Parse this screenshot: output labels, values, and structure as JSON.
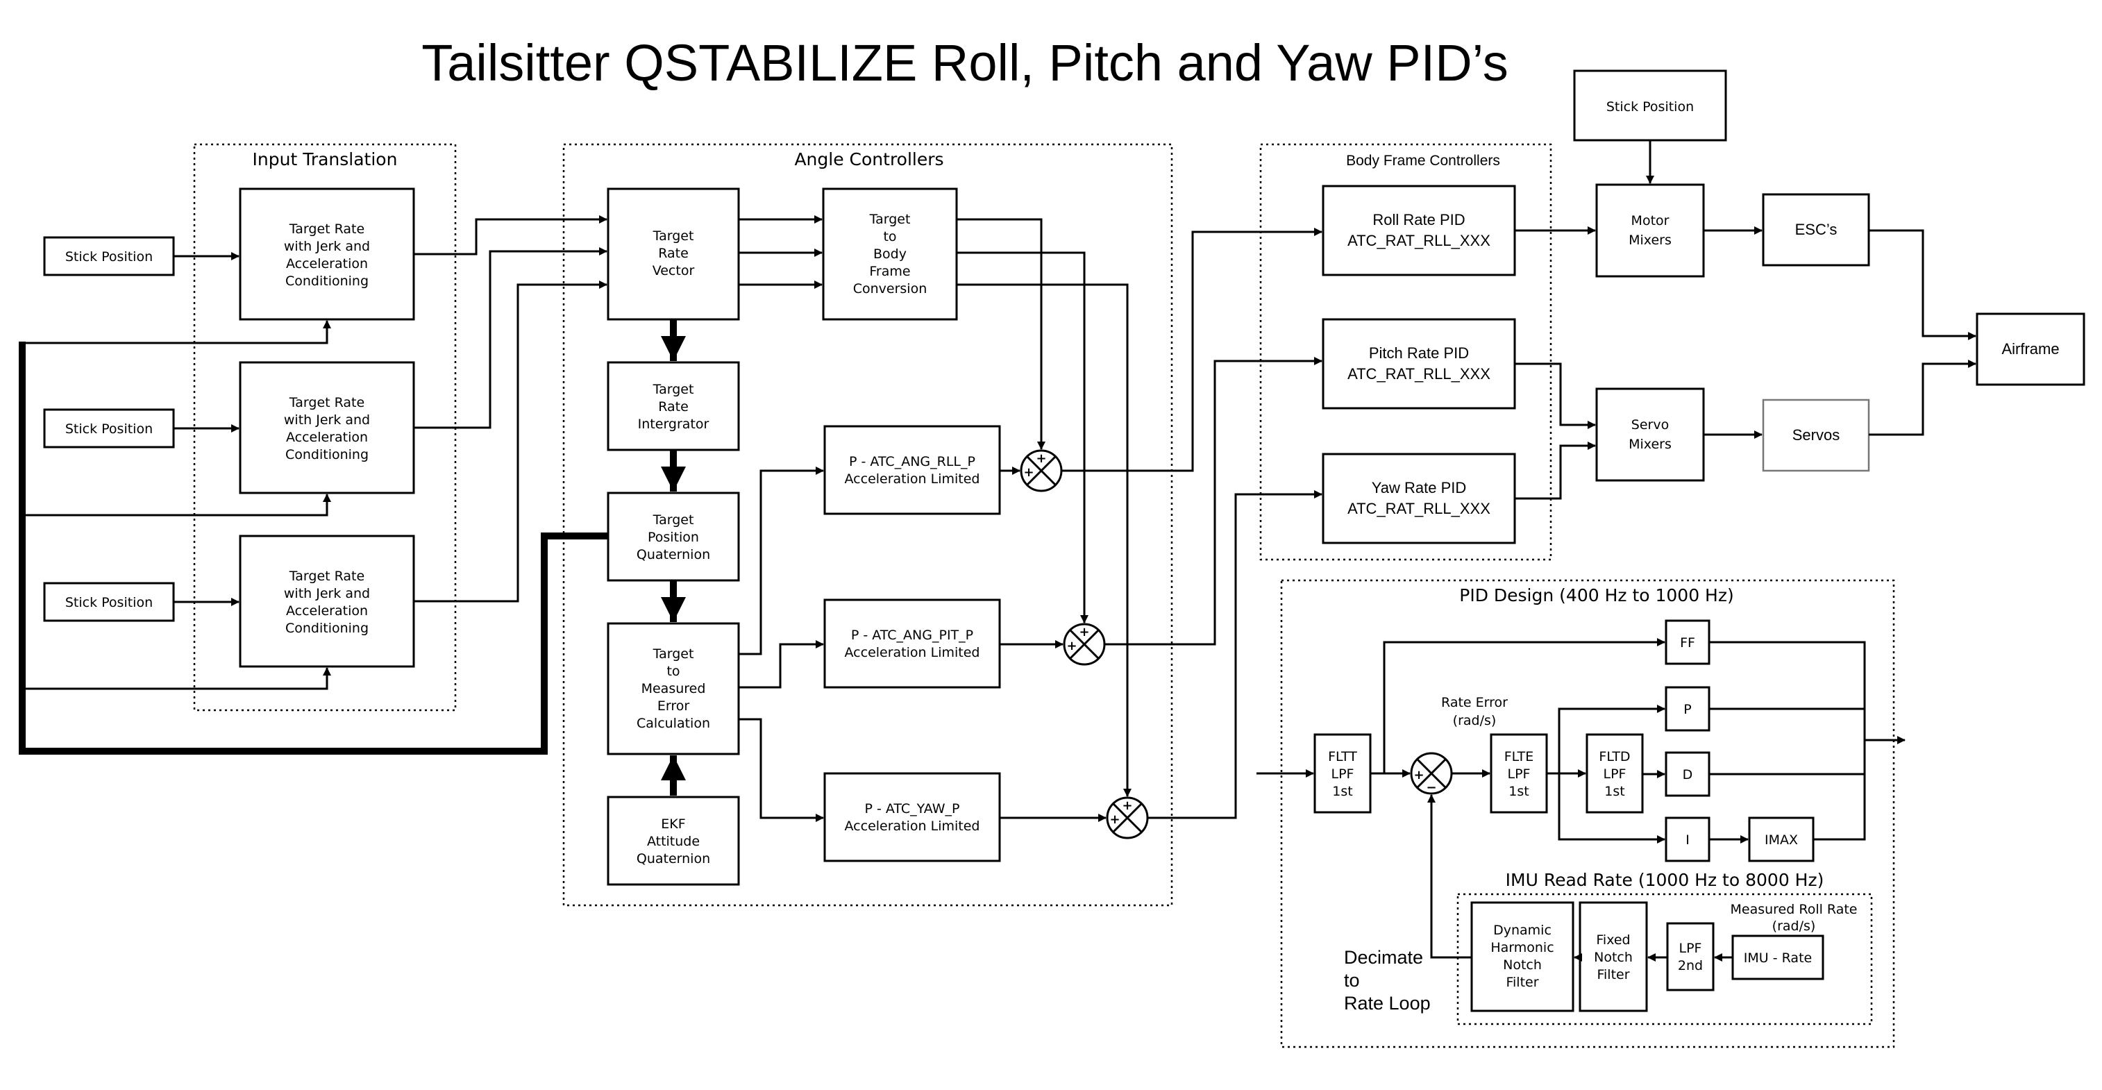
{
  "title": "Tailsitter QSTABILIZE Roll, Pitch and Yaw PID’s",
  "frames": {
    "input_translation": "Input Translation",
    "angle_controllers": "Angle Controllers",
    "body_frame_controllers": "Body Frame Controllers",
    "pid_design": "PID Design (400 Hz to 1000 Hz)",
    "imu_read_rate": "IMU Read Rate (1000 Hz to 8000 Hz)"
  },
  "input_translation": {
    "stick_positions": [
      "Stick Position",
      "Stick Position",
      "Stick Position"
    ],
    "target_rate_blocks": [
      [
        "Target Rate",
        "with Jerk and",
        "Acceleration",
        "Conditioning"
      ],
      [
        "Target Rate",
        "with Jerk and",
        "Acceleration",
        "Conditioning"
      ],
      [
        "Target Rate",
        "with Jerk and",
        "Acceleration",
        "Conditioning"
      ]
    ]
  },
  "angle_controllers": {
    "target_rate_vector": [
      "Target",
      "Rate",
      "Vector"
    ],
    "target_to_body": [
      "Target",
      "to",
      "Body",
      "Frame",
      "Conversion"
    ],
    "target_rate_integrator": [
      "Target",
      "Rate",
      "Intergrator"
    ],
    "target_position_quaternion": [
      "Target",
      "Position",
      "Quaternion"
    ],
    "target_to_measured": [
      "Target",
      "to",
      "Measured",
      "Error",
      "Calculation"
    ],
    "ekf_attitude": [
      "EKF",
      "Attitude",
      "Quaternion"
    ],
    "p_roll": [
      "P - ATC_ANG_RLL_P",
      "Acceleration Limited"
    ],
    "p_pitch": [
      "P - ATC_ANG_PIT_P",
      "Acceleration Limited"
    ],
    "p_yaw": [
      "P - ATC_YAW_P",
      "Acceleration Limited"
    ]
  },
  "body_frame": {
    "roll": [
      "Roll Rate PID",
      "ATC_RAT_RLL_XXX"
    ],
    "pitch": [
      "Pitch Rate PID",
      "ATC_RAT_RLL_XXX"
    ],
    "yaw": [
      "Yaw Rate PID",
      "ATC_RAT_RLL_XXX"
    ]
  },
  "outputs": {
    "stick_position": "Stick Position",
    "motor_mixers": [
      "Motor",
      "Mixers"
    ],
    "servo_mixers": [
      "Servo",
      "Mixers"
    ],
    "escs": "ESC’s",
    "servos": "Servos",
    "airframe": "Airframe"
  },
  "pid_design": {
    "fltt": [
      "FLTT",
      "LPF",
      "1st"
    ],
    "rate_error": [
      "Rate Error",
      "(rad/s)"
    ],
    "flte": [
      "FLTE",
      "LPF",
      "1st"
    ],
    "fltd": [
      "FLTD",
      "LPF",
      "1st"
    ],
    "ff": "FF",
    "p": "P",
    "d": "D",
    "i": "I",
    "imax": "IMAX"
  },
  "imu": {
    "dynamic_notch": [
      "Dynamic",
      "Harmonic",
      "Notch",
      "Filter"
    ],
    "fixed_notch": [
      "Fixed",
      "Notch",
      "Filter"
    ],
    "lpf2": [
      "LPF",
      "2nd"
    ],
    "imu_rate": "IMU - Rate",
    "measured_roll_rate": [
      "Measured Roll Rate",
      "(rad/s)"
    ],
    "decimate": [
      "Decimate",
      "to",
      "Rate Loop"
    ]
  },
  "summing_signs": [
    "+",
    "+"
  ]
}
